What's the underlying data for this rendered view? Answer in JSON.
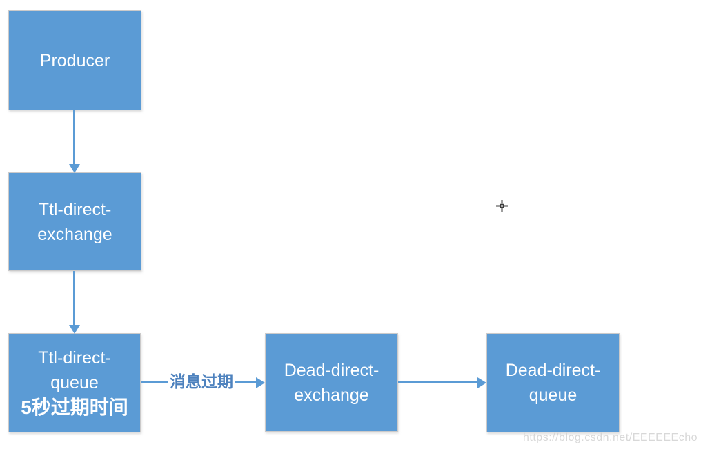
{
  "diagram": {
    "nodes": {
      "producer": {
        "lines": [
          "Producer"
        ]
      },
      "ttl_exchange": {
        "lines": [
          "Ttl-direct-",
          "exchange"
        ]
      },
      "ttl_queue": {
        "lines": [
          "Ttl-direct-",
          "queue",
          "5秒过期时间"
        ]
      },
      "dead_exchange": {
        "lines": [
          "Dead-direct-",
          "exchange"
        ]
      },
      "dead_queue": {
        "lines": [
          "Dead-direct-",
          "queue"
        ]
      }
    },
    "edges": {
      "queue_to_dead_exchange": {
        "label": "消息过期"
      }
    },
    "colors": {
      "node_fill": "#5B9BD5",
      "node_border": "#cbcaca",
      "node_text": "#ffffff",
      "arrow": "#5B9BD5",
      "edge_label_text": "#4E82BE",
      "watermark_text": "#d4d4d4",
      "cursor": "#3d3d3d"
    }
  },
  "watermark": {
    "text": "https://blog.csdn.net/EEEEEEcho"
  }
}
